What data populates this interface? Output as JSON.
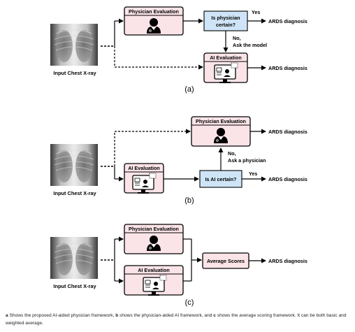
{
  "panels": [
    {
      "label": "(a)",
      "xray_label": "Input Chest X-ray",
      "physician_box": "Physician Evaluation",
      "ai_box": "AI Evaluation",
      "decision": [
        "Is physician",
        "certain?"
      ],
      "yes": "Yes",
      "no": [
        "No,",
        "Ask the model"
      ],
      "out_top": "ARDS diagnosis",
      "out_bottom": "ARDS diagnosis"
    },
    {
      "label": "(b)",
      "xray_label": "Input Chest X-ray",
      "physician_box": "Physician Evaluation",
      "ai_box": "AI Evaluation",
      "decision": "Is AI certain?",
      "yes": "Yes",
      "no": [
        "No,",
        "Ask a physician"
      ],
      "out_top": "ARDS diagnosis",
      "out_bottom": "ARDS diagnosis"
    },
    {
      "label": "(c)",
      "xray_label": "Input Chest X-ray",
      "physician_box": "Physician Evaluation",
      "ai_box": "AI Evaluation",
      "average_box": "Average Scores",
      "out": "ARDS diagnosis"
    }
  ],
  "caption": {
    "a_letter": "a",
    "a_text": " Shows the proposed AI-aided physician framework, ",
    "b_letter": "b",
    "b_text": " shows the physician-aided AI framework, and ",
    "c_letter": "c",
    "c_text": " shows the average scoring framework. It can be both basic and weighted average."
  },
  "colors": {
    "box_fill": "#fbe4e8",
    "decision_fill": "#cfe5f7",
    "stroke": "#000000"
  },
  "icons": [
    "chest-xray-image",
    "physician-icon",
    "ai-monitor-icon"
  ]
}
